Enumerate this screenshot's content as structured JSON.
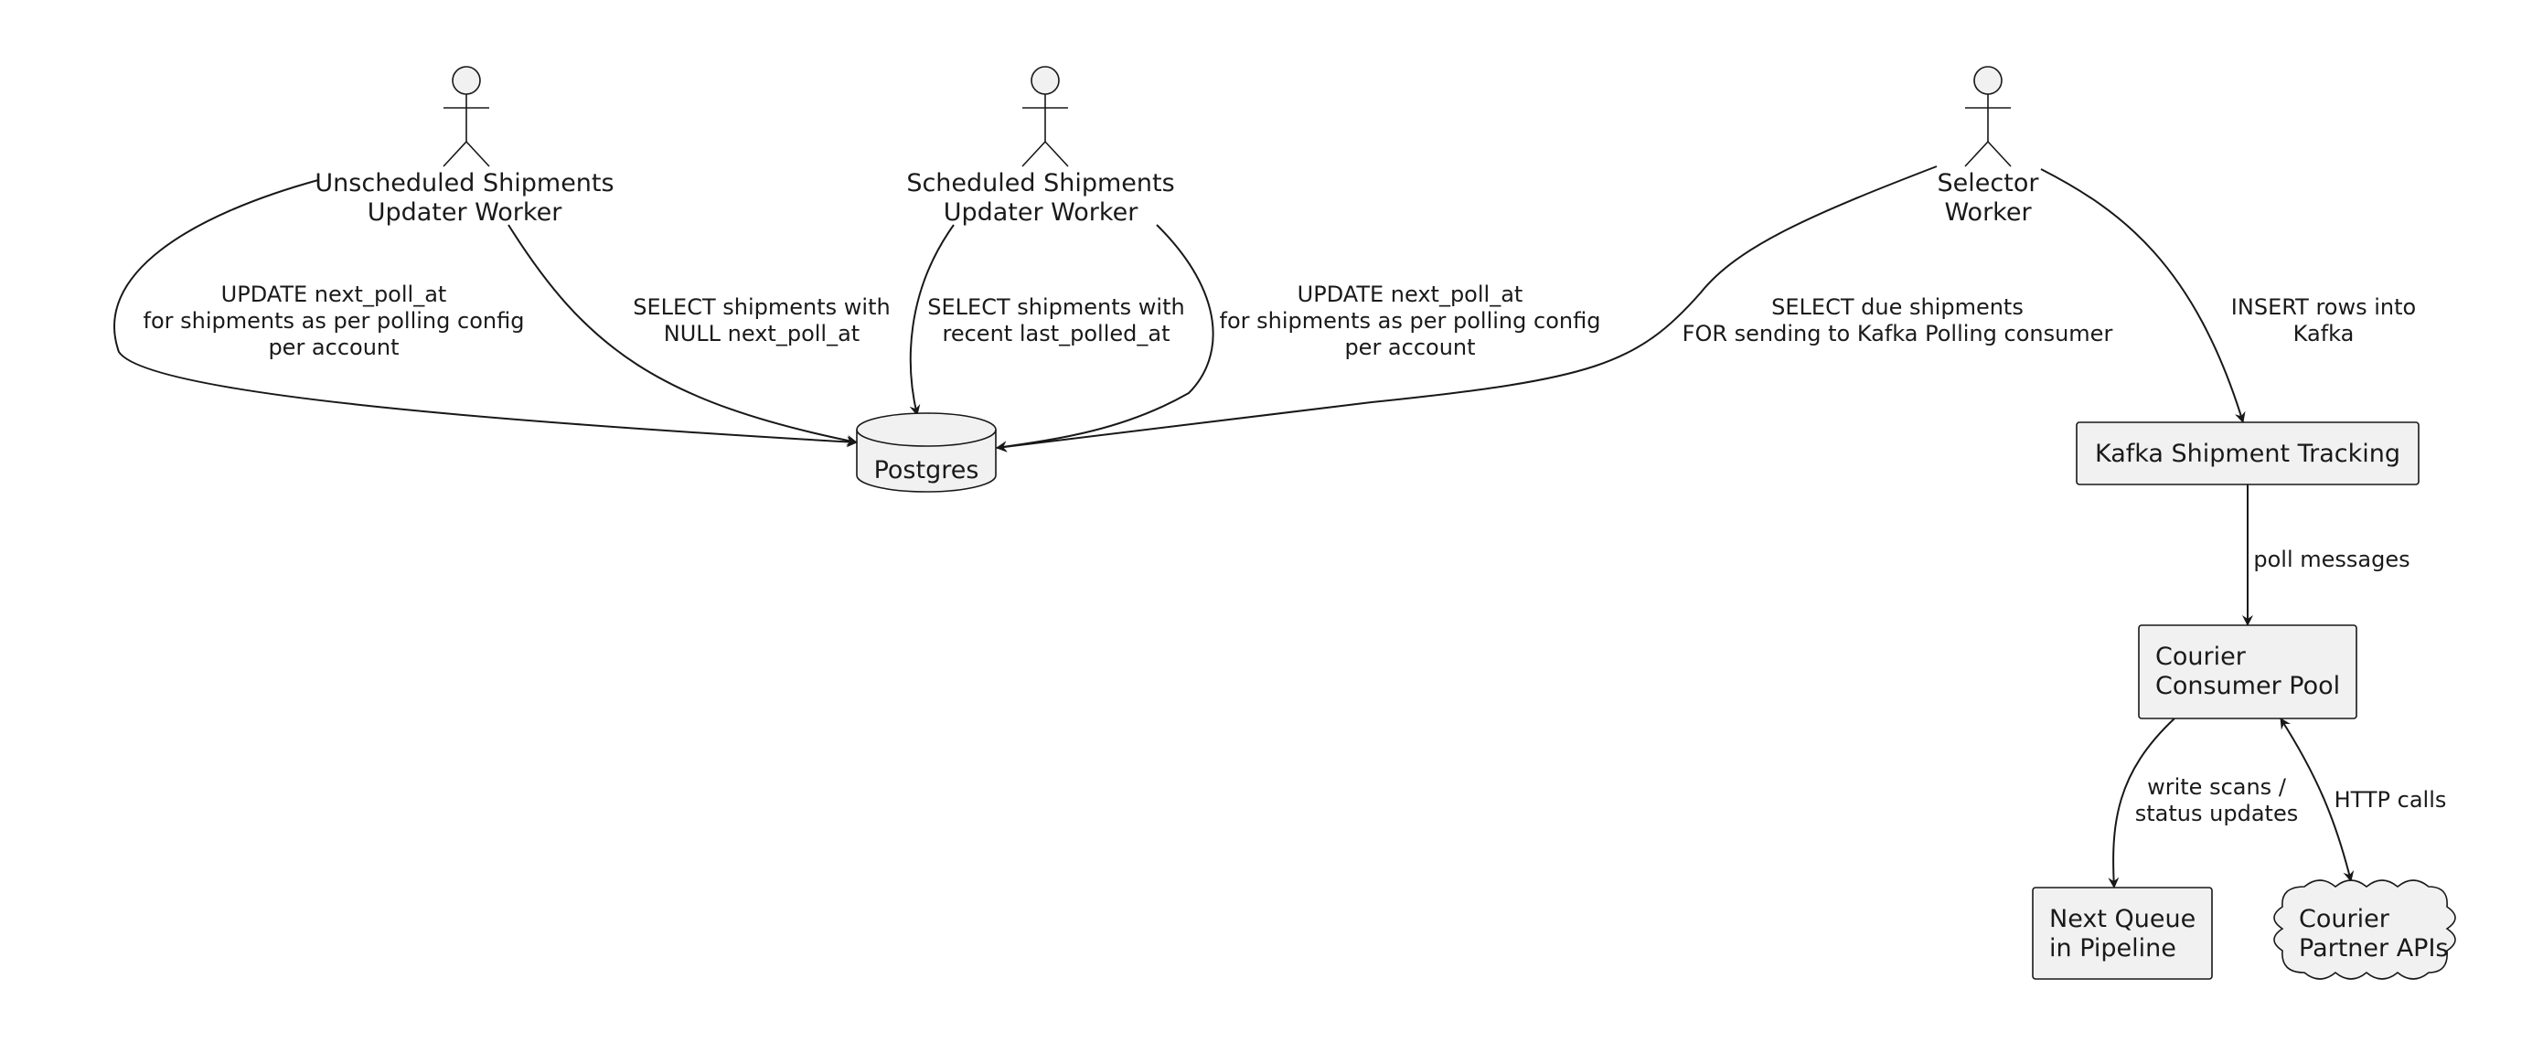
{
  "actors": {
    "unscheduled_worker": [
      "Unscheduled Shipments",
      "Updater Worker"
    ],
    "scheduled_worker": [
      "Scheduled Shipments",
      "Updater Worker"
    ],
    "selector_worker": [
      "Selector",
      "Worker"
    ]
  },
  "nodes": {
    "postgres": [
      "Postgres"
    ],
    "kafka_tracking": [
      "Kafka Shipment Tracking"
    ],
    "consumer_pool": [
      "Courier",
      "Consumer Pool"
    ],
    "next_queue": [
      "Next Queue",
      "in Pipeline"
    ],
    "partner_apis": [
      "Courier",
      "Partner APIs"
    ]
  },
  "edges": {
    "unsched_update": [
      "UPDATE next_poll_at",
      "for shipments as per polling config",
      "per account"
    ],
    "unsched_select": [
      "SELECT shipments with",
      "NULL next_poll_at"
    ],
    "sched_select": [
      "SELECT shipments with",
      "recent last_polled_at"
    ],
    "sched_update": [
      "UPDATE next_poll_at",
      "for shipments as per polling config",
      "per account"
    ],
    "selector_select": [
      "SELECT due shipments",
      "FOR sending to Kafka Polling consumer"
    ],
    "selector_insert": [
      "INSERT rows into",
      "Kafka"
    ],
    "poll": [
      "poll messages"
    ],
    "write": [
      "write scans /",
      "status updates"
    ],
    "http": [
      "HTTP calls"
    ]
  },
  "colors": {
    "fill": "#f1f1f1",
    "stroke": "#181818",
    "text": "#1a1a1a"
  }
}
